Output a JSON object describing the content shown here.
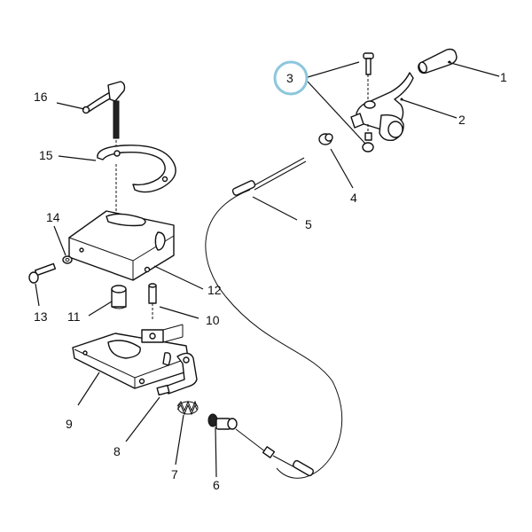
{
  "callouts": {
    "c1": "1",
    "c2": "2",
    "c3": "3",
    "c4": "4",
    "c5": "5",
    "c6": "6",
    "c7": "7",
    "c8": "8",
    "c9": "9",
    "c10": "10",
    "c11": "11",
    "c12": "12",
    "c13": "13",
    "c14": "14",
    "c15": "15",
    "c16": "16"
  },
  "highlight": {
    "callout": "3",
    "color": "#8cc6dc"
  },
  "colors": {
    "line": "#111111",
    "background": "#ffffff"
  }
}
